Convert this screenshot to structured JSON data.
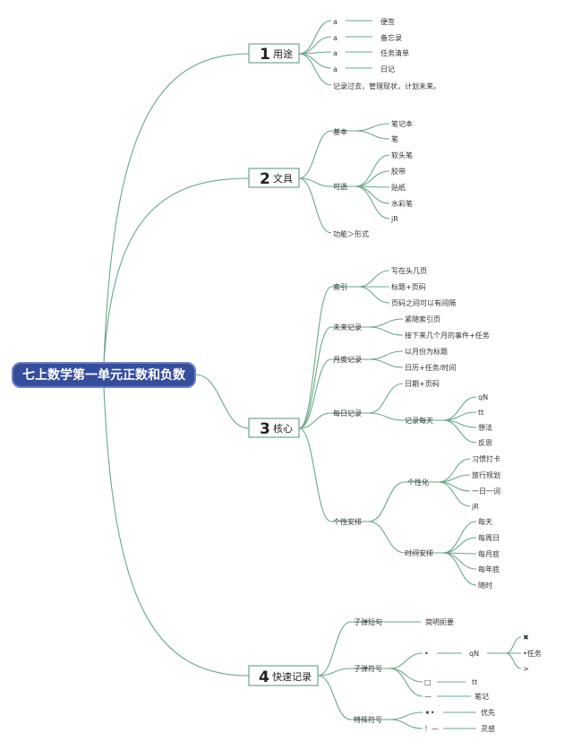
{
  "colors": {
    "line": "#6aa888",
    "root_fill": "#354d9b",
    "root_border": "#6a7fc8",
    "num1": "#c8304a",
    "num2": "#f0c419",
    "num3": "#2b8fd8",
    "num4": "#2f9a45"
  },
  "root": "七上数学第一单元正数和负数",
  "sec1": {
    "num": "1",
    "label": "用途",
    "items": [
      {
        "bullet": "a",
        "text": "便签"
      },
      {
        "bullet": "a",
        "text": "备忘录"
      },
      {
        "bullet": "a",
        "text": "任务清单"
      },
      {
        "bullet": "a",
        "text": "日记"
      }
    ],
    "summary": "记录过去，管理现状，计划未来。"
  },
  "sec2": {
    "num": "2",
    "label": "文具",
    "basic": {
      "label": "基本",
      "items": [
        "笔记本",
        "笔"
      ]
    },
    "optional": {
      "label": "可选",
      "items": [
        "软头笔",
        "胶带",
        "贴纸",
        "水彩笔",
        "jR"
      ]
    },
    "note": "功能＞形式"
  },
  "sec3": {
    "num": "3",
    "label": "核心",
    "index": {
      "label": "索引",
      "items": [
        "写在头几页",
        "标题+页码",
        "页码之间可以有间隔"
      ]
    },
    "future": {
      "label": "未来记录",
      "items": [
        "紧随索引页",
        "接下来几个月的事件+任务"
      ]
    },
    "monthly": {
      "label": "月度记录",
      "items": [
        "以月份为标题",
        "日历+任务/时间"
      ]
    },
    "daily": {
      "label": "每日记录",
      "date": "日期+页码",
      "everyday": "记录每天",
      "items": [
        "qN",
        "tt",
        "想法",
        "反思"
      ]
    },
    "custom": {
      "label": "个性安排",
      "personal": {
        "label": "个性化",
        "items": [
          "习惯打卡",
          "旅行规划",
          "一日一词",
          "jR"
        ]
      },
      "schedule": {
        "label": "时间安排",
        "items": [
          "每天",
          "每周日",
          "每月底",
          "每年底",
          "随时"
        ]
      }
    }
  },
  "sec4": {
    "num": "4",
    "label": "快速记录",
    "bullet_short": {
      "label": "子弹短句",
      "value": "简明扼要"
    },
    "bullet_sym": {
      "label": "子弹符号",
      "dot": "•",
      "dot_label": "qN",
      "dot_items": [
        "✖",
        "•任务",
        ">"
      ],
      "square": "□",
      "square_label": "tt",
      "dash": "—",
      "dash_label": "笔记"
    },
    "special": {
      "label": "特殊符号",
      "rows": [
        {
          "sym": "✶•",
          "text": "优先"
        },
        {
          "sym": "！—",
          "text": "灵感"
        }
      ]
    }
  }
}
